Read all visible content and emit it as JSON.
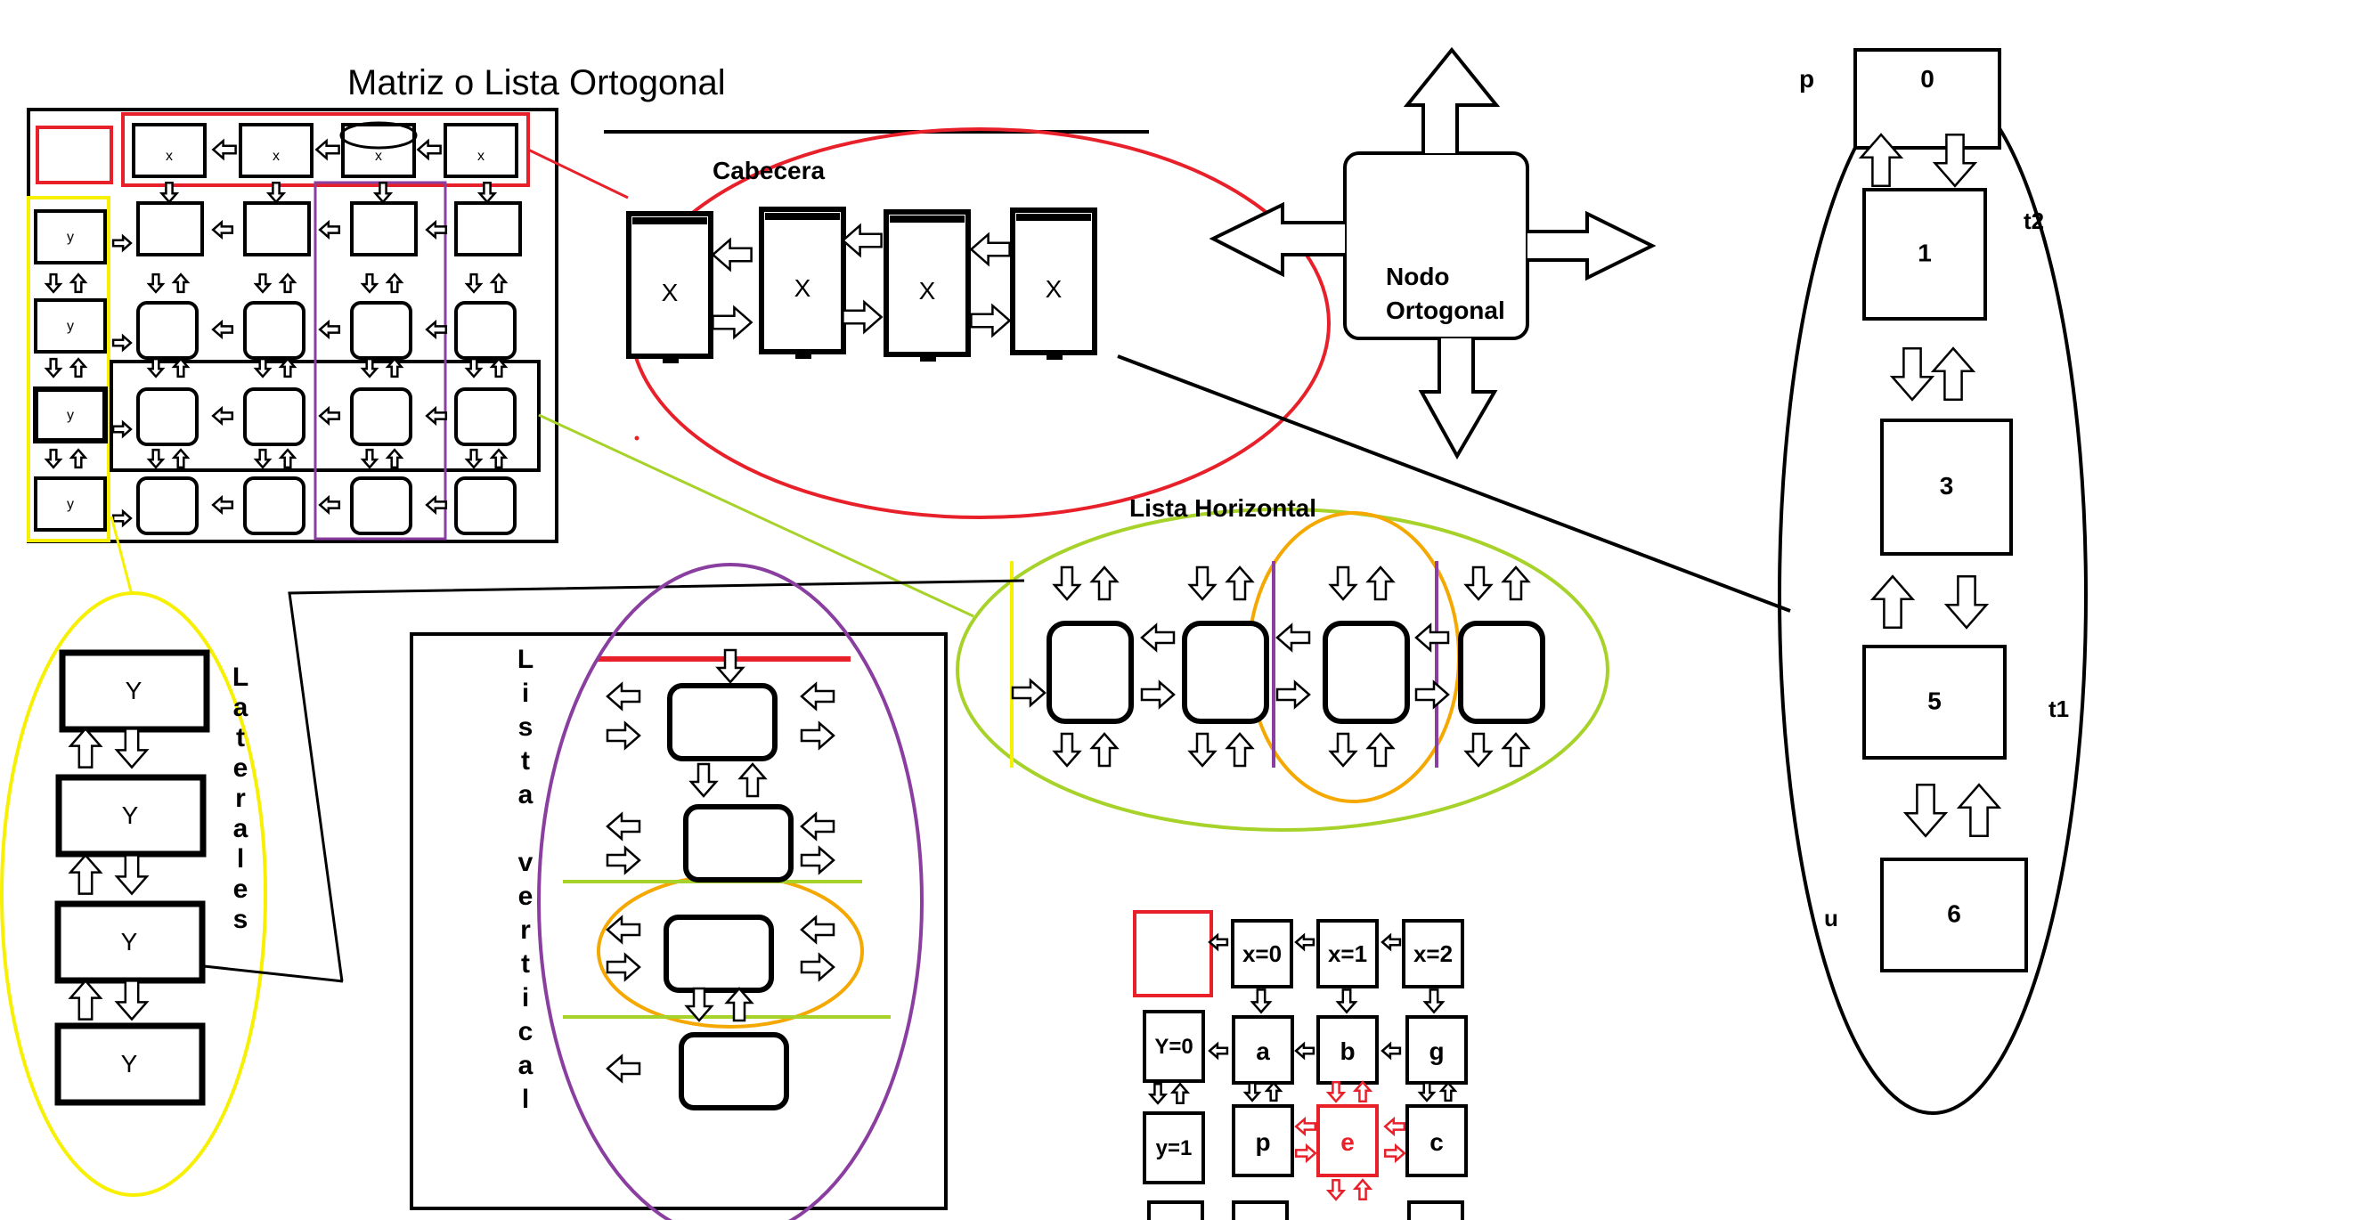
{
  "title": "Matriz o Lista Ortogonal",
  "colors": {
    "ink": "#000000",
    "red": "#e8202a",
    "yellow": "#f7f000",
    "lime": "#a6d22a",
    "purple": "#8a3fa0",
    "orange": "#f4a800"
  },
  "header_cell_text": "x",
  "lateral_cell_text": "y",
  "cabecera": {
    "label": "Cabecera",
    "cell_text": "X"
  },
  "nodo": {
    "line1": "Nodo",
    "line2": "Ortogonal"
  },
  "lista_horizontal": {
    "label": "Lista Horizontal"
  },
  "lista_vertical": {
    "label": "Lista vertical",
    "letters": [
      "L",
      "i",
      "s",
      "t",
      "a",
      "",
      "v",
      "e",
      "r",
      "t",
      "i",
      "c",
      "a",
      "l"
    ]
  },
  "laterales": {
    "letters": [
      "L",
      "a",
      "t",
      "e",
      "r",
      "a",
      "l",
      "e",
      "s"
    ],
    "cell_text": "Y"
  },
  "chain": {
    "pointer_p": "p",
    "pointer_t2": "t2",
    "pointer_t1": "t1",
    "pointer_u": "u",
    "nodes": [
      "0",
      "1",
      "3",
      "5",
      "6"
    ]
  },
  "grid_example": {
    "headers": [
      "x=0",
      "x=1",
      "x=2"
    ],
    "rows": [
      "Y=0",
      "y=1"
    ],
    "row0": [
      "a",
      "b",
      "g"
    ],
    "row1": [
      "p",
      "e",
      "c"
    ]
  }
}
